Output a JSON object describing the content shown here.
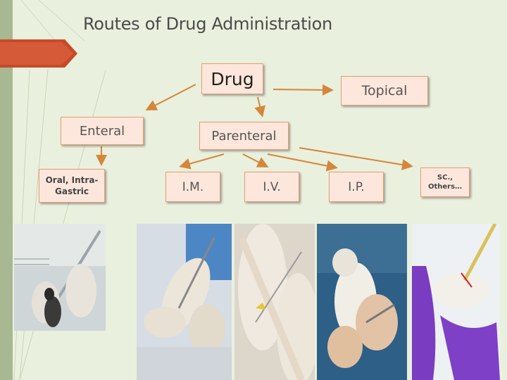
{
  "slide": {
    "title": "Routes of Drug Administration"
  },
  "diagram": {
    "drug": "Drug",
    "topical": "Topical",
    "enteral": "Enteral",
    "parenteral": "Parenteral",
    "oral": "Oral, Intra-\nGastric",
    "im": "I.M.",
    "iv": "I.V.",
    "ip": "I.P.",
    "sc": "SC.,\nOthers…"
  },
  "colors": {
    "background": "#eaf0de",
    "box_fill": "#fde7dc",
    "box_border": "#e99c71",
    "arrow": "#d4873a",
    "title_arrow": "#c84a2a"
  }
}
